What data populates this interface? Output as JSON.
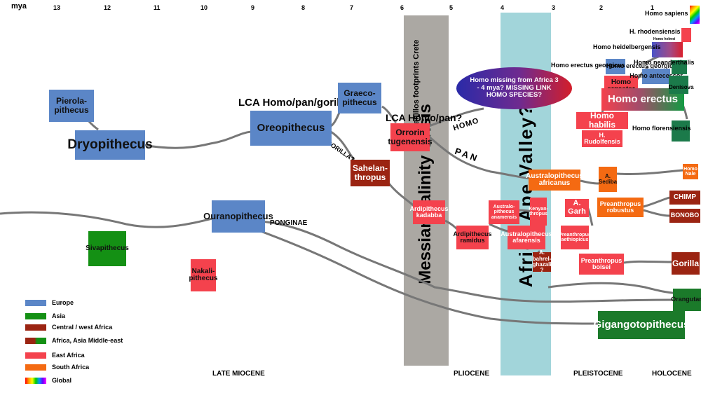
{
  "axis": {
    "unit": "mya",
    "ticks": [
      "13",
      "12",
      "11",
      "10",
      "9",
      "8",
      "7",
      "6",
      "5",
      "4",
      "3",
      "2",
      "1"
    ]
  },
  "eras": {
    "late_miocene": "LATE MIOCENE",
    "pliocene": "PLIOCENE",
    "pleistocene": "PLEISTOCENE",
    "holocene": "HOLOCENE"
  },
  "bands": {
    "messinian": "Messian salinity Crisis",
    "trachilos": "Trahillos footprints Crete",
    "africa_ape": "Africa Ape Valley?"
  },
  "labels": {
    "lca_hpg": "LCA Homo/pan/gorilla?",
    "lca_hp": "LCA Homo/pan?",
    "gorilla_q": "GORILLA?",
    "homo": "HOMO",
    "pan": "PAN",
    "ponginae": "PONGINAE",
    "missing_link": "Homo missing from Africa 3 - 4 mya? MISSING LINK HOMO SPECIES?"
  },
  "nodes": {
    "pierolapithecus": "Pierola-pithecus",
    "dryopithecus": "Dryopithecus",
    "oreopithecus": "Oreopithecus",
    "graecopithecus": "Graeco-pithecus",
    "orrorin": "Orrorin tugenensis",
    "sahelanthropus": "Sahelan-thropus",
    "ouranopithecus": "Ouranopithecus",
    "sivapithecus": "Sivapithecus",
    "nakalipithecus": "Nakali-pithecus",
    "kadabba": "Ardipithecus kadabba",
    "ramidus": "Ardipithecus ramidus",
    "anamensis": "Australo-pithecus anamensis",
    "afarensis": "Australopithecus afarensis",
    "kenyanthropus": "Kenyan-thropus",
    "bahrelghazali": "A. bahrel-ghazali ?",
    "africanus": "Australopithecus africanus",
    "garhi": "A. Garh",
    "aethiopicus": "Preanthropus aethiopicus",
    "boisei": "Preanthropus boisei",
    "robustus": "Preanthropus robustus",
    "sediba": "A. Sediba",
    "habilis": "Homo habilis",
    "rudolfensis": "H. Rudolfensis",
    "ergaster": "Homo ergaster",
    "erectus": "Homo erectus",
    "georgicus": "Homo erectus georgicus",
    "antecessor": "Homo antecessor",
    "heidelbergensis": "Homo heidelbergensis",
    "helmei": "Homo helmei",
    "rhodesiensis": "H. rhodensiensis",
    "sapiens": "Homo sapiens",
    "neanderthalis": "Homo neanderthalis",
    "denisova": "Denisova",
    "floresiensis": "Homo florensiensis",
    "naledi": "Homo Nale",
    "chimp": "CHIMP",
    "bonobo": "BONOBO",
    "gorilla": "Gorilla",
    "orangutan": "Orangutan",
    "gigantopithecus": "Gigangotopithecus"
  },
  "legend": [
    {
      "label": "Europe",
      "color": "#5b86c7"
    },
    {
      "label": "Asia",
      "color": "#149014"
    },
    {
      "label": "Central / west Africa",
      "color": "#9b2412"
    },
    {
      "label": "Africa, Asia Middle-east",
      "color": "#149014"
    },
    {
      "label": "East Africa",
      "color": "#f4424d"
    },
    {
      "label": "South Africa",
      "color": "#f46a12"
    },
    {
      "label": "Global",
      "color": "rainbow"
    }
  ],
  "colors": {
    "europe": "#5b86c7",
    "asia": "#149014",
    "central_west_africa": "#9b2412",
    "east_africa": "#f4424d",
    "south_africa": "#f46a12",
    "messinian_band": "#aba8a3",
    "africa_band": "#a2d5da"
  }
}
